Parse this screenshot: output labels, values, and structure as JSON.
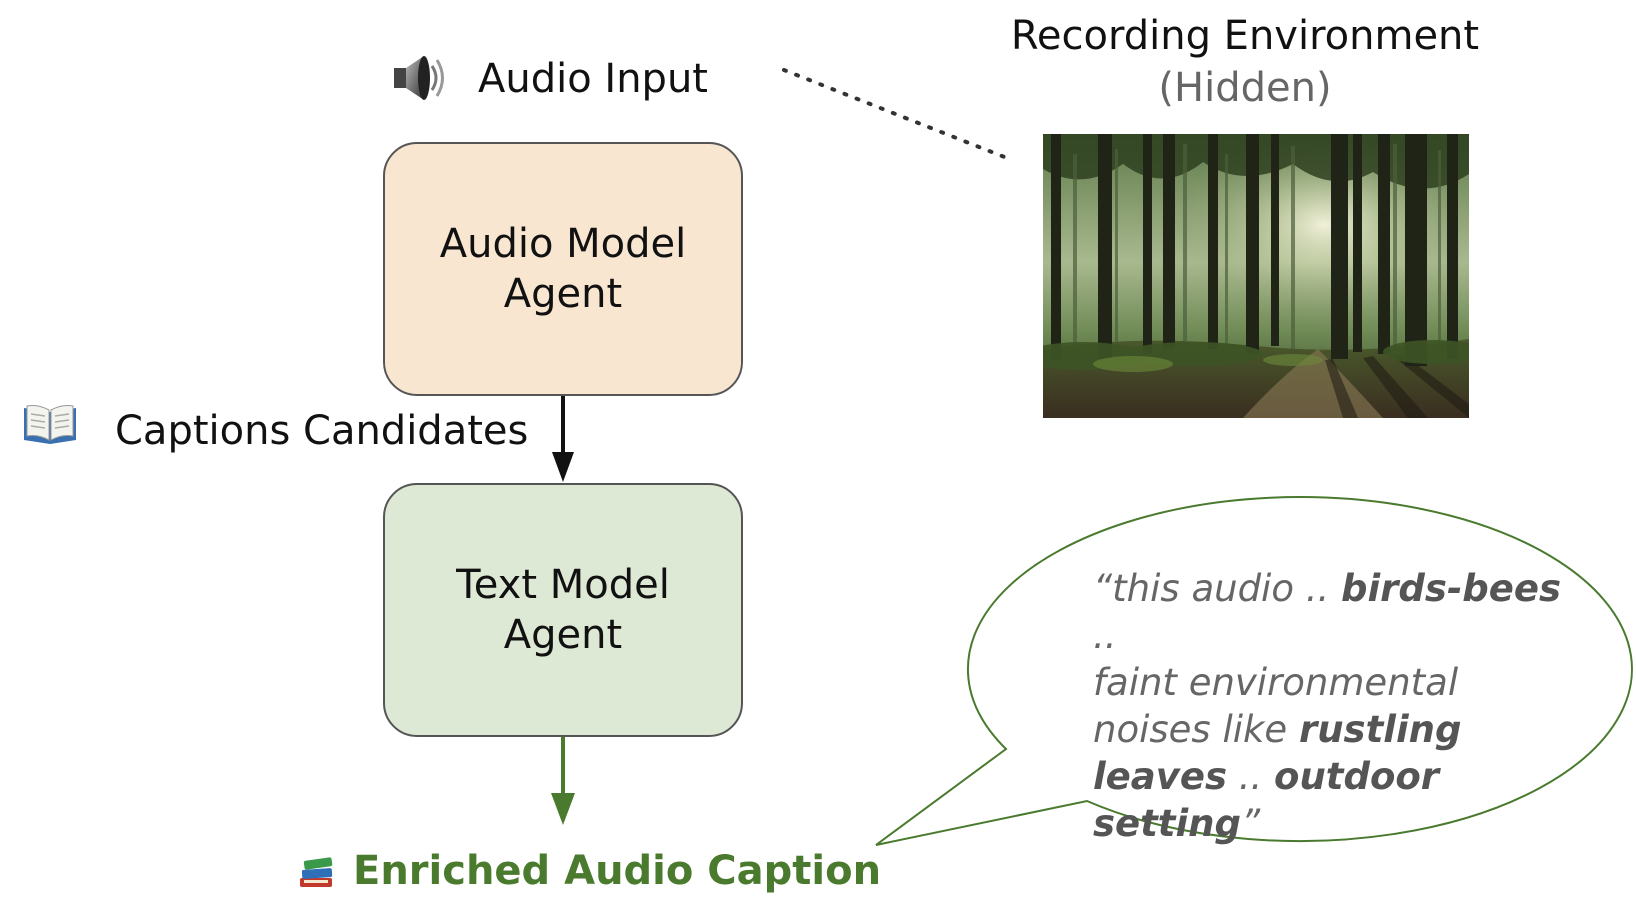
{
  "audio_input": {
    "label": "Audio Input",
    "icon": "speaker-icon"
  },
  "audio_model": {
    "line1": "Audio Model",
    "line2": "Agent"
  },
  "captions": {
    "label": "Captions Candidates",
    "icon": "open-book-icon"
  },
  "text_model": {
    "line1": "Text Model",
    "line2": "Agent"
  },
  "output": {
    "label": "Enriched Audio Caption",
    "icon": "books-icon"
  },
  "environment": {
    "title": "Recording Environment",
    "subtitle": "(Hidden)",
    "image": "forest-photo"
  },
  "caption_quote": {
    "p1": "“this audio .. ",
    "b1": "birds-bees",
    "p2": " ..",
    "p3": "faint environmental",
    "p4": "noises like ",
    "b2": "rustling",
    "b3": "leaves",
    "p5": " .. ",
    "b4": "outdoor setting",
    "p6": "”"
  },
  "colors": {
    "audio_box_fill": "#f8e6d1",
    "text_box_fill": "#dde8d5",
    "output_green": "#4a7a2e",
    "box_border": "#555555"
  }
}
